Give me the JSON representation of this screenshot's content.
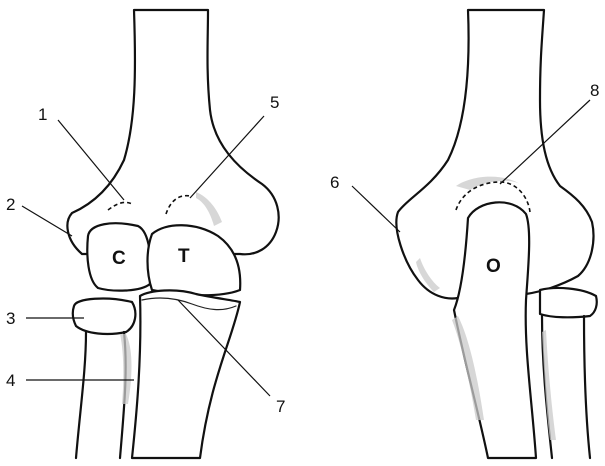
{
  "figure": {
    "labels": {
      "n1": "1",
      "n2": "2",
      "n3": "3",
      "n4": "4",
      "n5": "5",
      "n6": "6",
      "n7": "7",
      "n8": "8"
    },
    "bones": {
      "capitulum": "C",
      "trochlea": "T",
      "olecranon": "O"
    }
  }
}
